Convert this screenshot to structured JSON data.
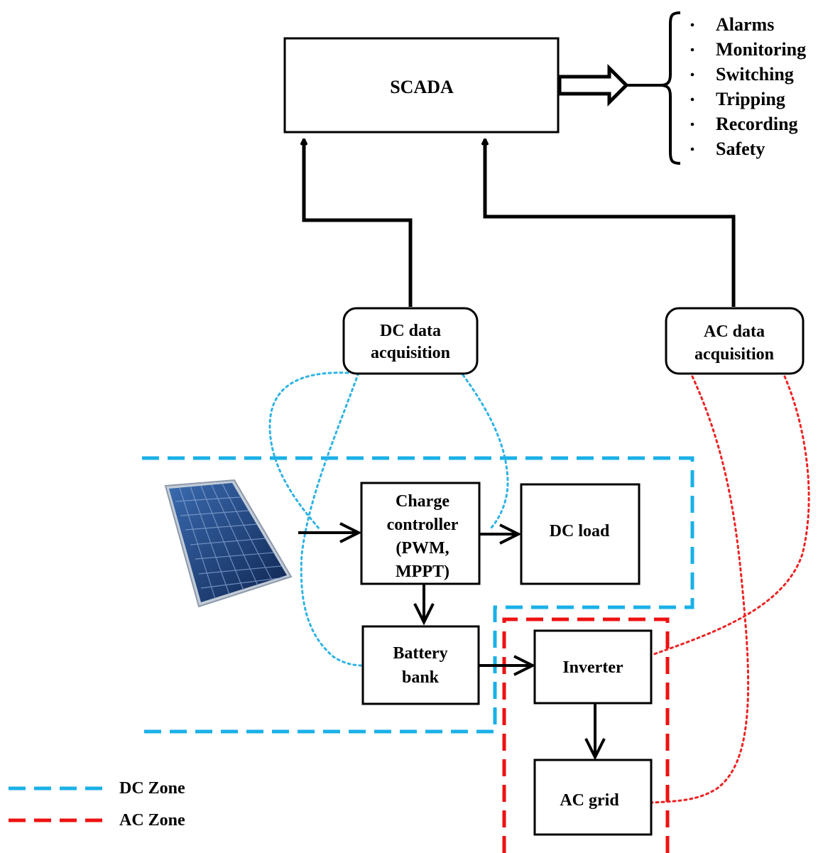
{
  "blocks": {
    "scada": "SCADA",
    "dc_acq": [
      "DC data",
      "acquisition"
    ],
    "ac_acq": [
      "AC data",
      "acquisition"
    ],
    "charge_controller": [
      "Charge",
      "controller",
      "(PWM,",
      "MPPT)"
    ],
    "dc_load": "DC load",
    "battery": [
      "Battery",
      "bank"
    ],
    "inverter": "Inverter",
    "ac_grid": "AC grid"
  },
  "functions": [
    "Alarms",
    "Monitoring",
    "Switching",
    "Tripping",
    "Recording",
    "Safety"
  ],
  "legend": {
    "dc_zone": "DC Zone",
    "ac_zone": "AC Zone"
  },
  "colors": {
    "dc_zone": "#1ab0e8",
    "ac_zone": "#ee1111",
    "dc_signal": "#2db3e6",
    "ac_signal": "#ee2222",
    "line": "#000000",
    "panel_cell": "#22407a",
    "panel_frame": "#a8b4c4"
  },
  "icons": {
    "solar_panel": "solar-panel-icon"
  }
}
